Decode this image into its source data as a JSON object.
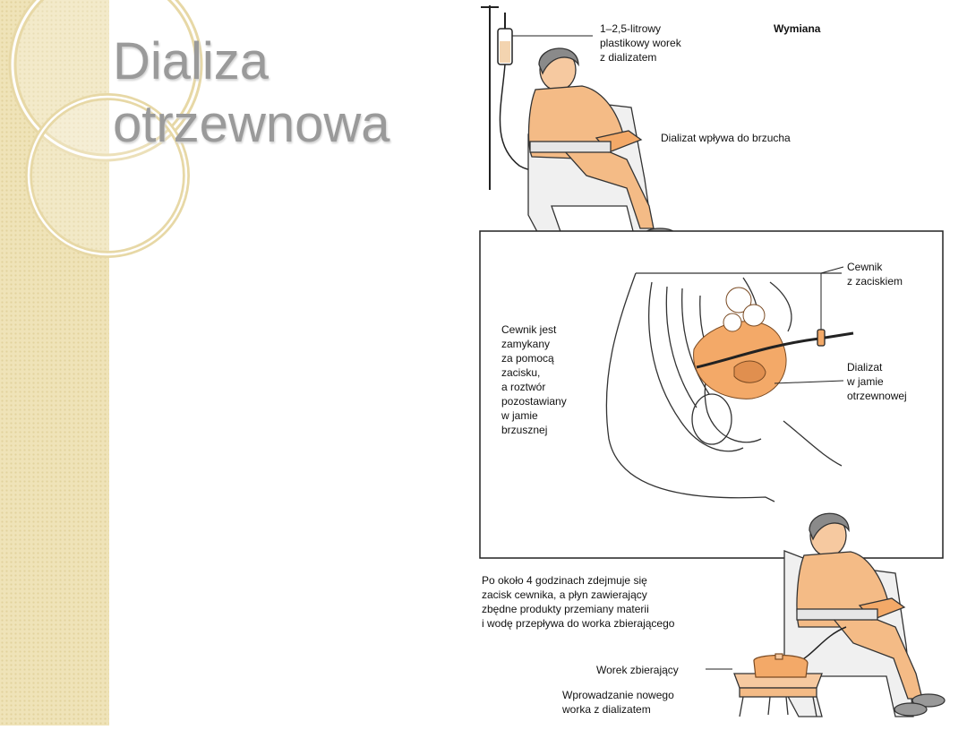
{
  "title": {
    "line1": "Dializa",
    "line2": "otrzewnowa"
  },
  "labels": {
    "exchange": "Wymiana",
    "bag": "1–2,5-litrowy\nplastikowy worek\nz dializatem",
    "inflow": "Dializat wpływa do brzucha",
    "catheter_clamp": "Cewnik\nz zaciskiem",
    "catheter_closed": "Cewnik jest\nzamykany\nza pomocą\nzacisku,\na roztwór\npozostawiany\nw jamie\nbrzusznej",
    "dialysate_cavity": "Dializat\nw jamie\notrzewnowej",
    "drain": "Po około 4 godzinach zdejmuje się\nzacisk cewnika, a płyn zawierający\nzbędne produkty przemiany materii\ni wodę przepływa do worka zbierającego",
    "collect_bag": "Worek zbierający",
    "new_bag": "Wprowadzanie nowego\nworka z dializatem"
  },
  "colors": {
    "accent": "#efe3b8",
    "skin": "#f6c9a0",
    "shirt": "#f4bb86",
    "dialysate": "#f3a968"
  }
}
